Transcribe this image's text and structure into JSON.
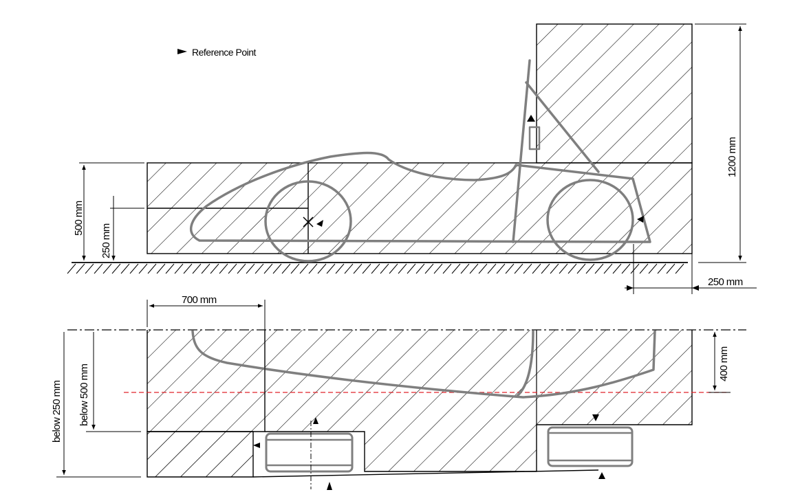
{
  "legend": {
    "reference_point": "Reference Point"
  },
  "dimensions": {
    "h500": "500 mm",
    "h250": "250 mm",
    "h1200": "1200 mm",
    "w250": "250 mm",
    "w700": "700 mm",
    "below250": "below 250 mm",
    "below500": "below 500 mm",
    "h400": "400 mm"
  },
  "colors": {
    "hatch": "#000000",
    "car_outline": "#7f7f7f",
    "centerline": "#e0232a",
    "background": "#ffffff"
  }
}
